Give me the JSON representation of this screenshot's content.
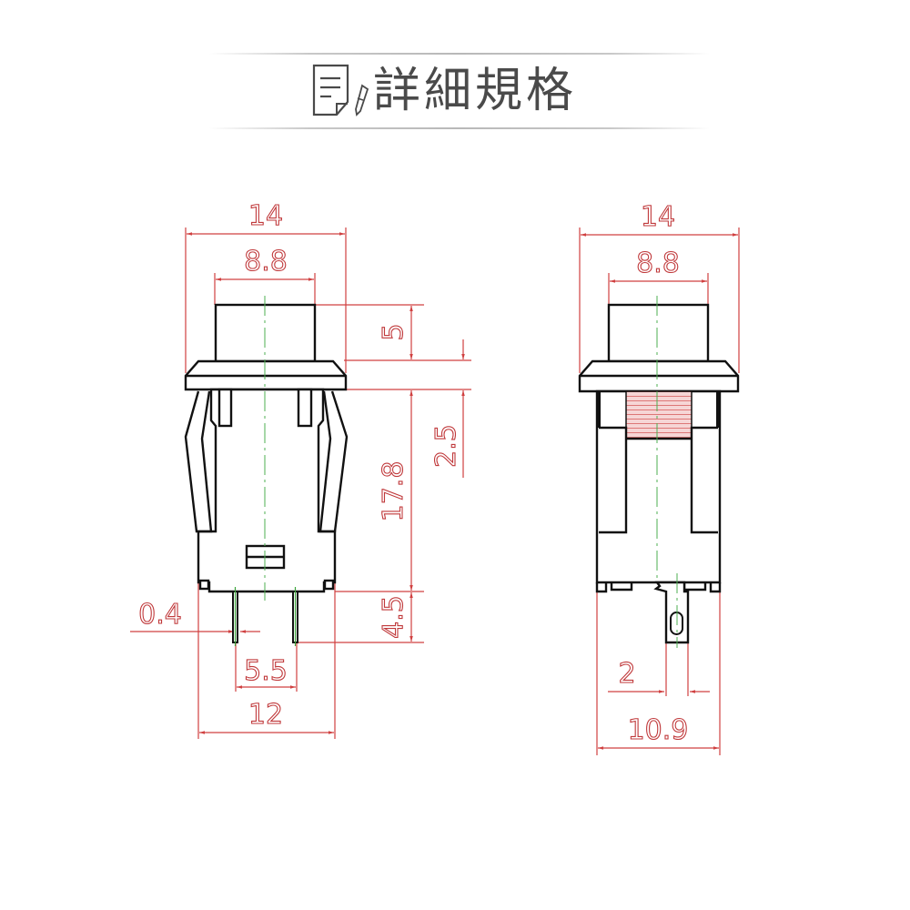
{
  "header": {
    "icon": "document-pencil-icon",
    "title": "詳細規格"
  },
  "front_view": {
    "dimensions": {
      "overall_width": "14",
      "cap_width": "8.8",
      "cap_height": "5",
      "flange_thickness": "2.5",
      "body_height": "17.8",
      "pin_length": "4.5",
      "pin_thickness": "0.4",
      "pin_spacing": "5.5",
      "body_width": "12"
    }
  },
  "side_view": {
    "dimensions": {
      "overall_width": "14",
      "cap_width": "8.8",
      "pin_width": "2",
      "body_depth": "10.9"
    }
  },
  "colors": {
    "dimension_line": "#d04040",
    "outline": "#111111",
    "center_line": "#4caf50",
    "hatch": "#e8a0a0",
    "title_text": "#4a4a4a"
  }
}
